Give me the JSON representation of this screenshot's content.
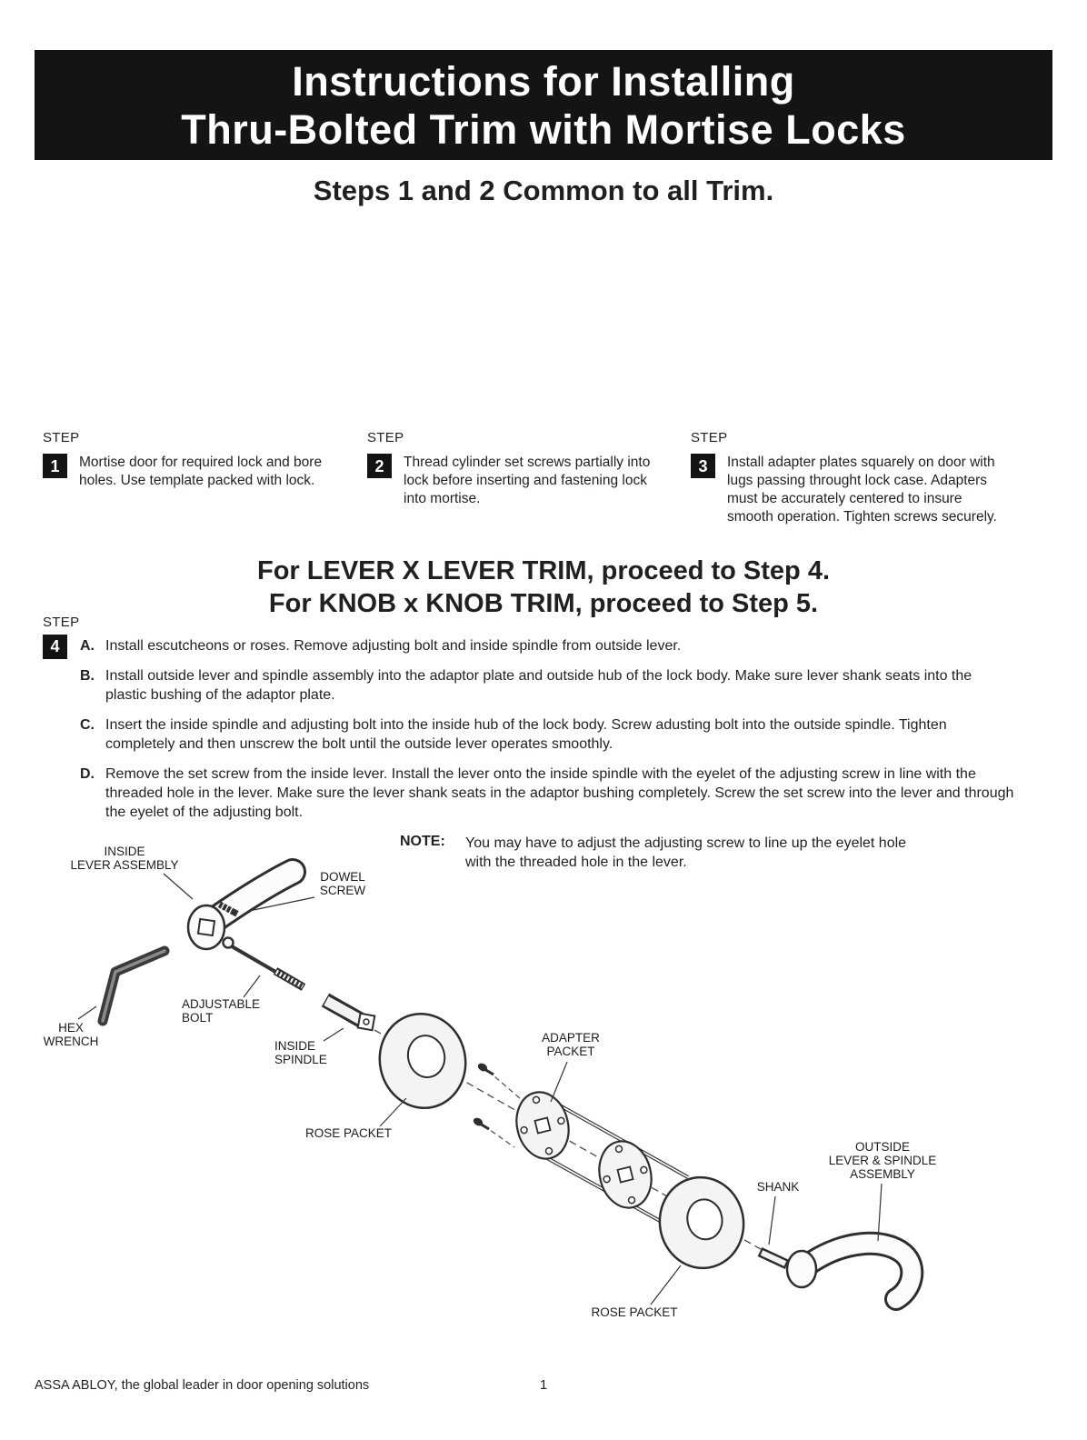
{
  "colors": {
    "ink": "#231f20",
    "banner_bg": "#141414",
    "banner_text": "#ffffff"
  },
  "header": {
    "title_line1": "Instructions for Installing",
    "title_line2": "Thru-Bolted Trim with Mortise Locks"
  },
  "subtitle": "Steps 1 and 2 Common to all Trim.",
  "step_word": "STEP",
  "steps": [
    {
      "number": "1",
      "text": "Mortise door for required lock and bore holes. Use template packed with lock."
    },
    {
      "number": "2",
      "text": "Thread cylinder set screws partially into lock before inserting and fastening lock into mortise."
    },
    {
      "number": "3",
      "text": "Install adapter plates squarely on door with lugs passing throught lock case. Adapters must be accurately centered to insure smooth operation. Tighten screws securely."
    }
  ],
  "proceed": {
    "line1": "For LEVER X LEVER TRIM, proceed to Step 4.",
    "line2": "For KNOB x KNOB TRIM, proceed to Step 5."
  },
  "step4": {
    "number": "4",
    "items": [
      {
        "letter": "A.",
        "text": "Install escutcheons or roses. Remove adjusting bolt and inside spindle from outside lever."
      },
      {
        "letter": "B.",
        "text": "Install outside lever and spindle assembly into the adaptor plate and outside hub of the lock body. Make sure lever shank seats into the plastic bushing of the adaptor plate."
      },
      {
        "letter": "C.",
        "text": "Insert the inside spindle and adjusting bolt into the inside hub of the lock body. Screw adusting bolt into the outside spindle. Tighten completely and then unscrew the bolt until the outside lever operates smoothly."
      },
      {
        "letter": "D.",
        "text": "Remove the set screw from the inside lever. Install the lever onto the inside spindle with the eyelet of the adjusting screw in line with the threaded hole in the lever. Make sure the lever shank seats in the adaptor bushing completely. Screw the set screw into the lever and through the eyelet of the adjusting bolt."
      }
    ]
  },
  "note": {
    "label": "NOTE:",
    "text": "You may have to adjust the adjusting screw to line up the eyelet hole with the threaded hole in the lever."
  },
  "diagram": {
    "labels": {
      "inside_lever_l1": "INSIDE",
      "inside_lever_l2": "LEVER ASSEMBLY",
      "dowel_screw_l1": "DOWEL",
      "dowel_screw_l2": "SCREW",
      "hex_wrench_l1": "HEX",
      "hex_wrench_l2": "WRENCH",
      "adjustable_bolt_l1": "ADJUSTABLE",
      "adjustable_bolt_l2": "BOLT",
      "inside_spindle_l1": "INSIDE",
      "inside_spindle_l2": "SPINDLE",
      "rose_packet_1": "ROSE PACKET",
      "adapter_packet_l1": "ADAPTER",
      "adapter_packet_l2": "PACKET",
      "shank": "SHANK",
      "outside_lever_l1": "OUTSIDE",
      "outside_lever_l2": "LEVER & SPINDLE",
      "outside_lever_l3": "ASSEMBLY",
      "rose_packet_2": "ROSE PACKET"
    }
  },
  "footer": {
    "left": "ASSA ABLOY, the global leader in door opening solutions",
    "page_number": "1"
  }
}
